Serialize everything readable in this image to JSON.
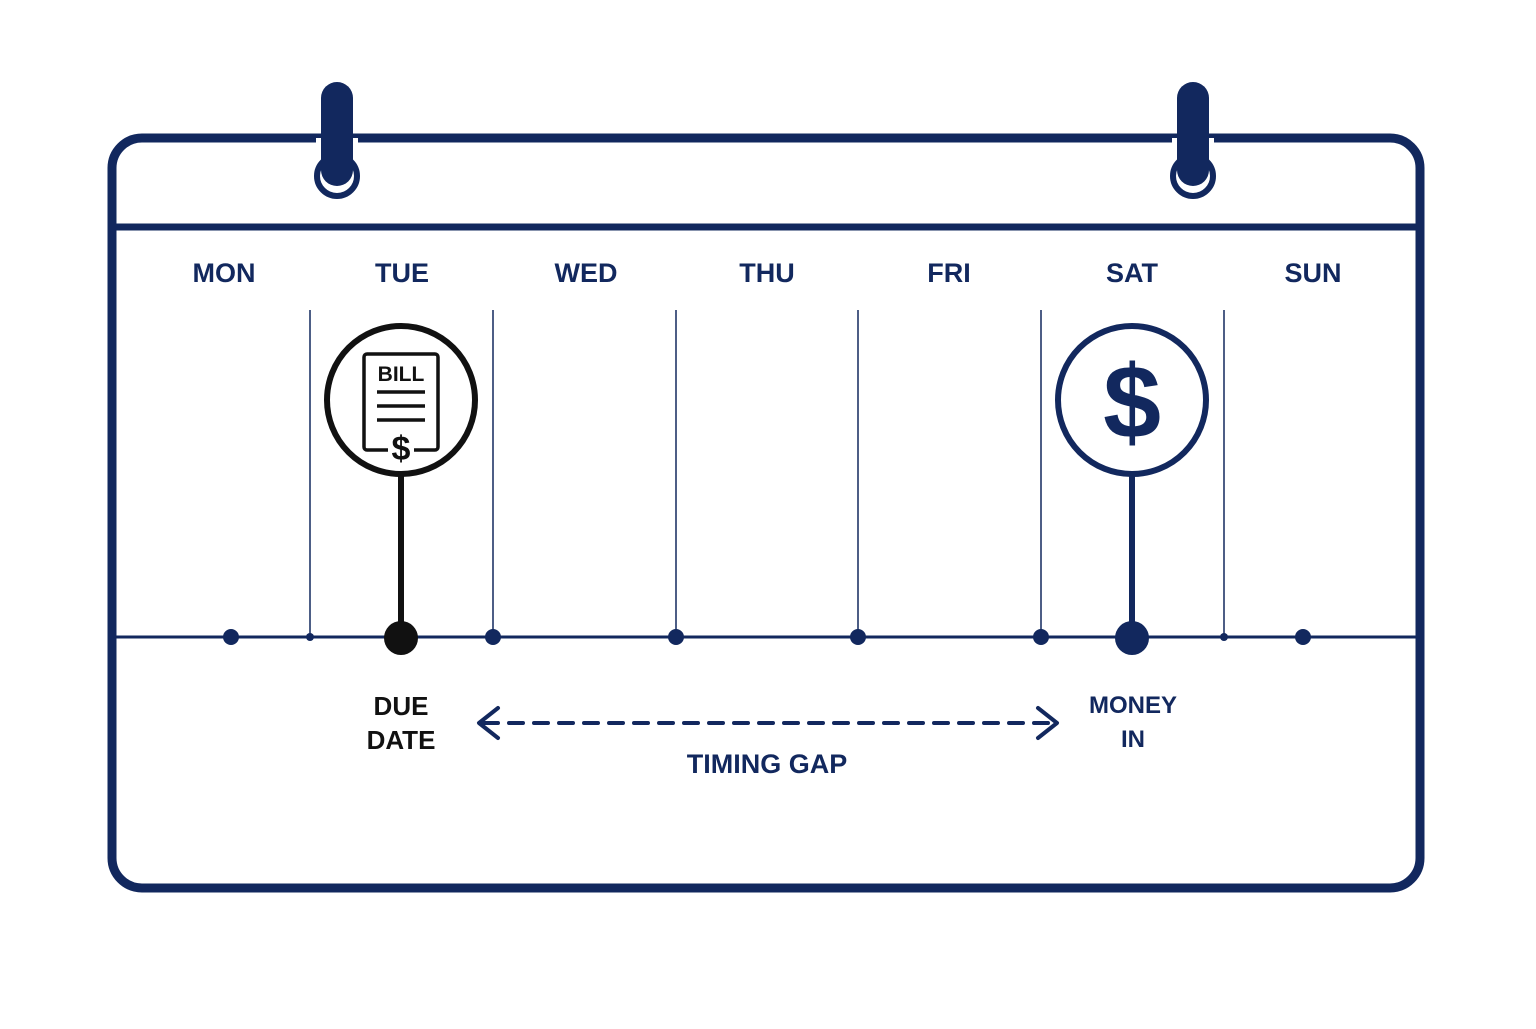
{
  "colors": {
    "navy": "#12285e",
    "black": "#111111",
    "background": "#ffffff"
  },
  "days": [
    "MON",
    "TUE",
    "WED",
    "THU",
    "FRI",
    "SAT",
    "SUN"
  ],
  "bill_marker": {
    "icon": "bill-document-icon",
    "label": "BILL",
    "symbol": "$",
    "caption_line1": "DUE",
    "caption_line2": "DATE"
  },
  "money_marker": {
    "icon": "dollar-coin-icon",
    "symbol": "$",
    "caption_line1": "MONEY",
    "caption_line2": "IN"
  },
  "gap_label": "TIMING GAP"
}
